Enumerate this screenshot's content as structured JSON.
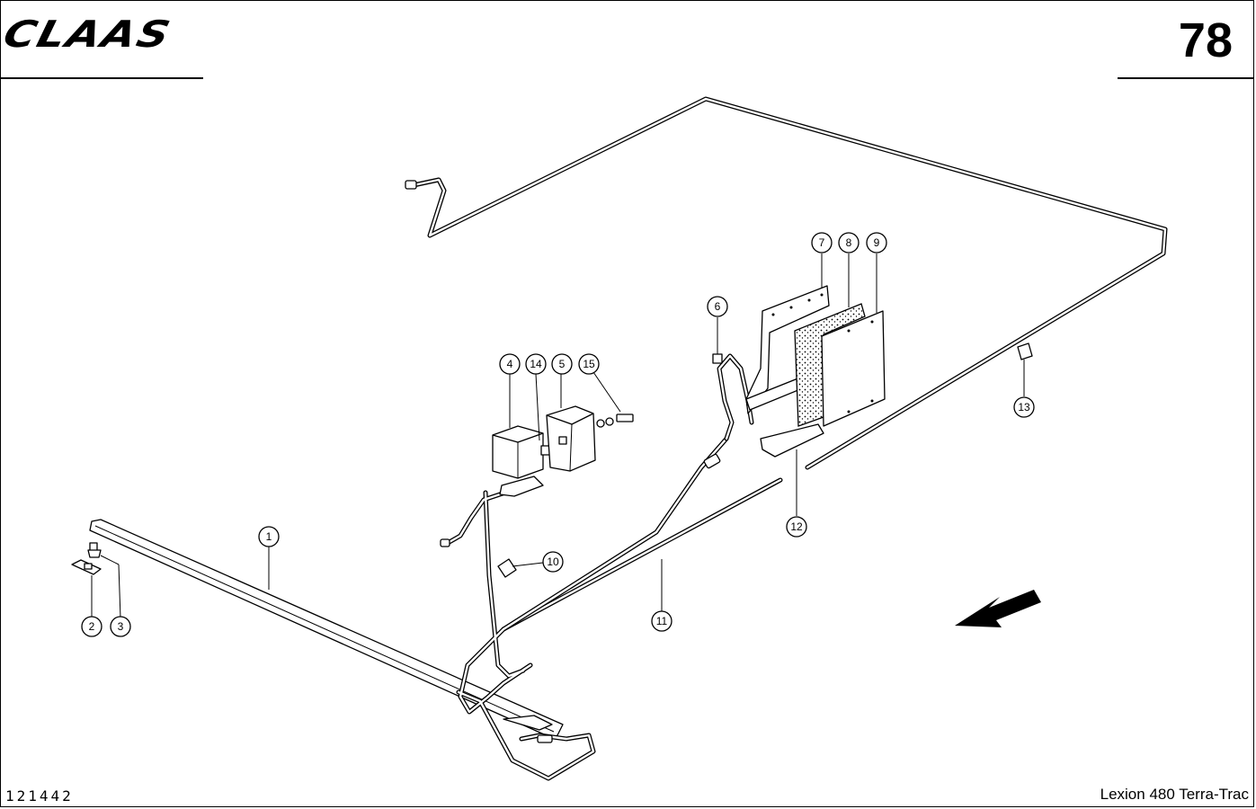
{
  "header": {
    "brand": "CLAAS",
    "page_number": "78"
  },
  "footer": {
    "image_number": "121442",
    "model": "Lexion 480 Terra-Trac"
  },
  "callouts": [
    "1",
    "2",
    "3",
    "4",
    "5",
    "6",
    "7",
    "8",
    "9",
    "10",
    "11",
    "12",
    "13",
    "14",
    "15"
  ]
}
